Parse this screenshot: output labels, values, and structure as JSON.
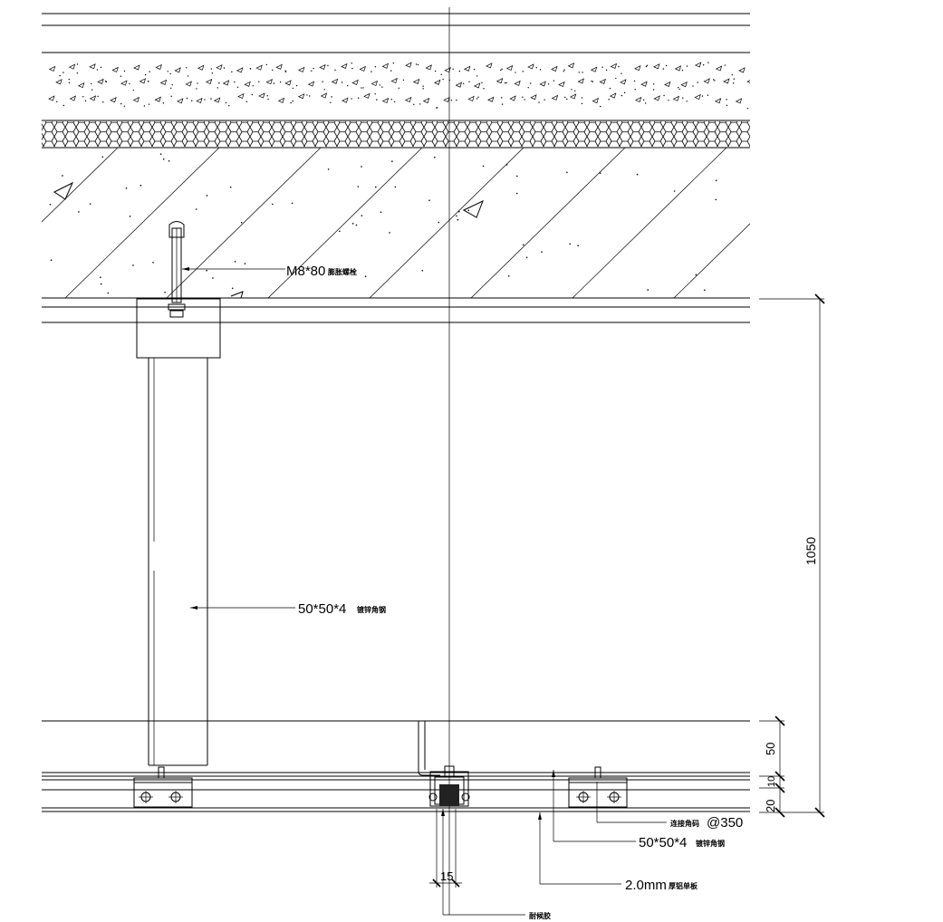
{
  "labels": {
    "anchor_bolt": "M8*80",
    "anchor_bolt_cn": "膨胀螺栓",
    "angle_steel_upper": "50*50*4",
    "angle_steel_upper_cn": "镀锌角钢",
    "connector": "@350",
    "connector_cn": "连接角码",
    "angle_steel_lower": "50*50*4",
    "angle_steel_lower_cn": "镀锌角钢",
    "aluminum_panel": "2.0mm",
    "aluminum_panel_cn": "厚铝单板",
    "sealant_cn": "耐候胶"
  },
  "dimensions": {
    "total_height": "1050",
    "frame_height": "50",
    "gap": "10",
    "panel_zone": "20",
    "joint_width": "15"
  }
}
